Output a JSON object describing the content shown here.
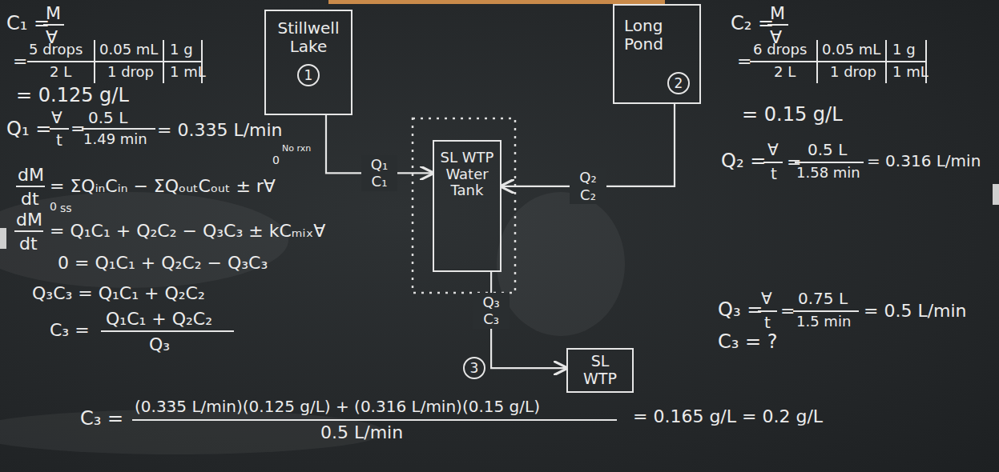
{
  "diagram": {
    "nodes": [
      {
        "text": [
          "Stillwell Lake",
          "1"
        ]
      },
      {
        "text": [
          "Long Pond",
          "2"
        ]
      },
      {
        "text": [
          "SL WTP Water Tank"
        ]
      },
      {
        "text": [
          "SL WTP"
        ]
      }
    ],
    "edges": [
      {
        "from": 0,
        "to": 2,
        "arrow": "to",
        "label": "Q₁ C₁"
      },
      {
        "from": 1,
        "to": 2,
        "arrow": "to",
        "label": "Q₂ C₂"
      },
      {
        "from": 2,
        "to": 3,
        "arrow": "to",
        "label": "Q₃ C₃"
      }
    ],
    "labels": [
      "C₁ =",
      "M",
      "∀",
      "=",
      "5 drops",
      "0.05 mL",
      "1 g",
      "2 L",
      "1 drop",
      "1 mL",
      "= 0.125 g/L",
      "Q₁ =",
      "∀",
      "t",
      "=",
      "0.5 L",
      "1.49 min",
      "= 0.335 L/min",
      "dM",
      "dt",
      "= ΣQᵢₙCᵢₙ − ΣQₒᵤₜCₒᵤₜ ± r∀",
      "0",
      "No rxn",
      "dM",
      "dt",
      "0",
      "ss",
      "= Q₁C₁ + Q₂C₂ − Q₃C₃ ± kCₘᵢₓ∀",
      "0 = Q₁C₁ + Q₂C₂ − Q₃C₃",
      "Q₃C₃ = Q₁C₁ + Q₂C₂",
      "C₃ =",
      "Q₁C₁ + Q₂C₂",
      "Q₃",
      "C₃ =",
      "(0.335 L/min)(0.125 g/L) + (0.316 L/min)(0.15 g/L)",
      "0.5 L/min",
      "= 0.165 g/L = 0.2 g/L",
      "C₂ =",
      "M",
      "∀",
      "=",
      "6 drops",
      "0.05 mL",
      "1 g",
      "2 L",
      "1 drop",
      "1 mL",
      "= 0.15 g/L",
      "Q₂ =",
      "∀",
      "t",
      "=",
      "0.5 L",
      "1.58 min",
      "= 0.316 L/min",
      "Q₃ =",
      "∀",
      "t",
      "=",
      "0.75 L",
      "1.5 min",
      "= 0.5 L/min",
      "C₃ = ?",
      "3"
    ]
  }
}
